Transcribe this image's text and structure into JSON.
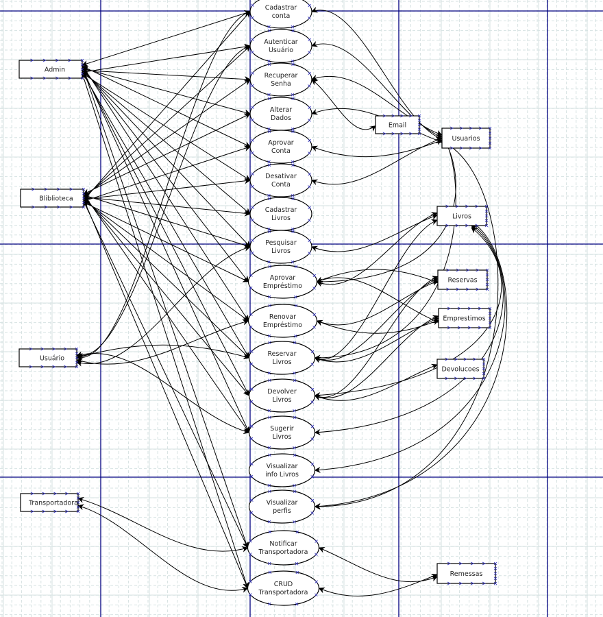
{
  "diagram": {
    "type": "use-case",
    "actors": [
      {
        "id": "admin",
        "label": "Admin"
      },
      {
        "id": "biblioteca",
        "label": "Bliblioteca"
      },
      {
        "id": "usuario",
        "label": "Usuário"
      },
      {
        "id": "transportadora",
        "label": "Transportadora"
      }
    ],
    "use_cases": [
      {
        "id": "uc_cadastrar_conta",
        "lines": [
          "Cadastrar",
          "conta"
        ]
      },
      {
        "id": "uc_autenticar",
        "lines": [
          "Autenticar",
          "Usuário"
        ]
      },
      {
        "id": "uc_recuperar",
        "lines": [
          "Recuperar",
          "Senha"
        ]
      },
      {
        "id": "uc_alterar",
        "lines": [
          "Alterar",
          "Dados"
        ]
      },
      {
        "id": "uc_aprovar_conta",
        "lines": [
          "Aprovar",
          "Conta"
        ]
      },
      {
        "id": "uc_desativar",
        "lines": [
          "Desativar",
          "Conta"
        ]
      },
      {
        "id": "uc_cad_livros",
        "lines": [
          "Cadastrar",
          "Livros"
        ]
      },
      {
        "id": "uc_pesquisar",
        "lines": [
          "Pesquisar",
          "Livros"
        ]
      },
      {
        "id": "uc_aprovar_emp",
        "lines": [
          "Aprovar",
          "Empréstimo"
        ]
      },
      {
        "id": "uc_renovar",
        "lines": [
          "Renovar",
          "Empréstimo"
        ]
      },
      {
        "id": "uc_reservar",
        "lines": [
          "Reservar",
          "Livros"
        ]
      },
      {
        "id": "uc_devolver",
        "lines": [
          "Devolver",
          "Livros"
        ]
      },
      {
        "id": "uc_sugerir",
        "lines": [
          "Sugerir",
          "Livros"
        ]
      },
      {
        "id": "uc_vis_livros",
        "lines": [
          "Visualizar",
          "info Livros"
        ]
      },
      {
        "id": "uc_vis_perfis",
        "lines": [
          "Visualizar",
          "perfis"
        ]
      },
      {
        "id": "uc_notificar",
        "lines": [
          "Notificar",
          "Transportadora"
        ]
      },
      {
        "id": "uc_crud_transp",
        "lines": [
          "CRUD",
          "Transportadora"
        ]
      }
    ],
    "entities": [
      {
        "id": "email",
        "label": "Email"
      },
      {
        "id": "usuarios",
        "label": "Usuarios"
      },
      {
        "id": "livros",
        "label": "Livros"
      },
      {
        "id": "reservas",
        "label": "Reservas"
      },
      {
        "id": "emprestimos",
        "label": "Emprestimos"
      },
      {
        "id": "devolucoes",
        "label": "Devolucoes"
      },
      {
        "id": "remessas",
        "label": "Remessas"
      }
    ],
    "edges": [
      [
        "admin",
        "uc_cadastrar_conta"
      ],
      [
        "admin",
        "uc_autenticar"
      ],
      [
        "admin",
        "uc_recuperar"
      ],
      [
        "admin",
        "uc_alterar"
      ],
      [
        "admin",
        "uc_aprovar_conta"
      ],
      [
        "admin",
        "uc_desativar"
      ],
      [
        "admin",
        "uc_cad_livros"
      ],
      [
        "admin",
        "uc_pesquisar"
      ],
      [
        "admin",
        "uc_aprovar_emp"
      ],
      [
        "admin",
        "uc_renovar"
      ],
      [
        "admin",
        "uc_reservar"
      ],
      [
        "admin",
        "uc_devolver"
      ],
      [
        "admin",
        "uc_sugerir"
      ],
      [
        "admin",
        "uc_notificar"
      ],
      [
        "admin",
        "uc_crud_transp"
      ],
      [
        "biblioteca",
        "uc_cadastrar_conta"
      ],
      [
        "biblioteca",
        "uc_autenticar"
      ],
      [
        "biblioteca",
        "uc_recuperar"
      ],
      [
        "biblioteca",
        "uc_alterar"
      ],
      [
        "biblioteca",
        "uc_aprovar_conta"
      ],
      [
        "biblioteca",
        "uc_desativar"
      ],
      [
        "biblioteca",
        "uc_cad_livros"
      ],
      [
        "biblioteca",
        "uc_pesquisar"
      ],
      [
        "biblioteca",
        "uc_aprovar_emp"
      ],
      [
        "biblioteca",
        "uc_renovar"
      ],
      [
        "biblioteca",
        "uc_reservar"
      ],
      [
        "biblioteca",
        "uc_devolver"
      ],
      [
        "biblioteca",
        "uc_sugerir"
      ],
      [
        "biblioteca",
        "uc_notificar"
      ],
      [
        "biblioteca",
        "uc_crud_transp"
      ],
      [
        "uc_cadastrar_conta",
        "usuario"
      ],
      [
        "uc_autenticar",
        "usuario"
      ],
      [
        "uc_pesquisar",
        "usuario"
      ],
      [
        "uc_renovar",
        "usuario"
      ],
      [
        "uc_reservar",
        "usuario"
      ],
      [
        "uc_sugerir",
        "usuario"
      ],
      [
        "transportadora",
        "uc_notificar"
      ],
      [
        "transportadora",
        "uc_crud_transp"
      ],
      [
        "usuarios",
        "uc_cadastrar_conta"
      ],
      [
        "usuarios",
        "uc_autenticar"
      ],
      [
        "usuarios",
        "uc_recuperar"
      ],
      [
        "usuarios",
        "uc_alterar"
      ],
      [
        "usuarios",
        "uc_aprovar_conta"
      ],
      [
        "usuarios",
        "uc_desativar"
      ],
      [
        "usuarios",
        "uc_aprovar_emp"
      ],
      [
        "usuarios",
        "uc_reservar"
      ],
      [
        "usuarios",
        "uc_vis_perfis"
      ],
      [
        "uc_recuperar",
        "email"
      ],
      [
        "livros",
        "uc_pesquisar"
      ],
      [
        "livros",
        "uc_aprovar_emp"
      ],
      [
        "livros",
        "uc_reservar"
      ],
      [
        "livros",
        "uc_devolver"
      ],
      [
        "livros",
        "uc_sugerir"
      ],
      [
        "livros",
        "uc_vis_livros"
      ],
      [
        "livros",
        "uc_vis_perfis"
      ],
      [
        "reservas",
        "uc_aprovar_emp"
      ],
      [
        "reservas",
        "uc_renovar"
      ],
      [
        "reservas",
        "uc_reservar"
      ],
      [
        "reservas",
        "uc_devolver"
      ],
      [
        "emprestimos",
        "uc_aprovar_emp"
      ],
      [
        "emprestimos",
        "uc_renovar"
      ],
      [
        "emprestimos",
        "uc_reservar"
      ],
      [
        "emprestimos",
        "uc_devolver"
      ],
      [
        "devolucoes",
        "uc_devolver"
      ],
      [
        "uc_notificar",
        "remessas"
      ],
      [
        "remessas",
        "uc_crud_transp"
      ]
    ]
  }
}
